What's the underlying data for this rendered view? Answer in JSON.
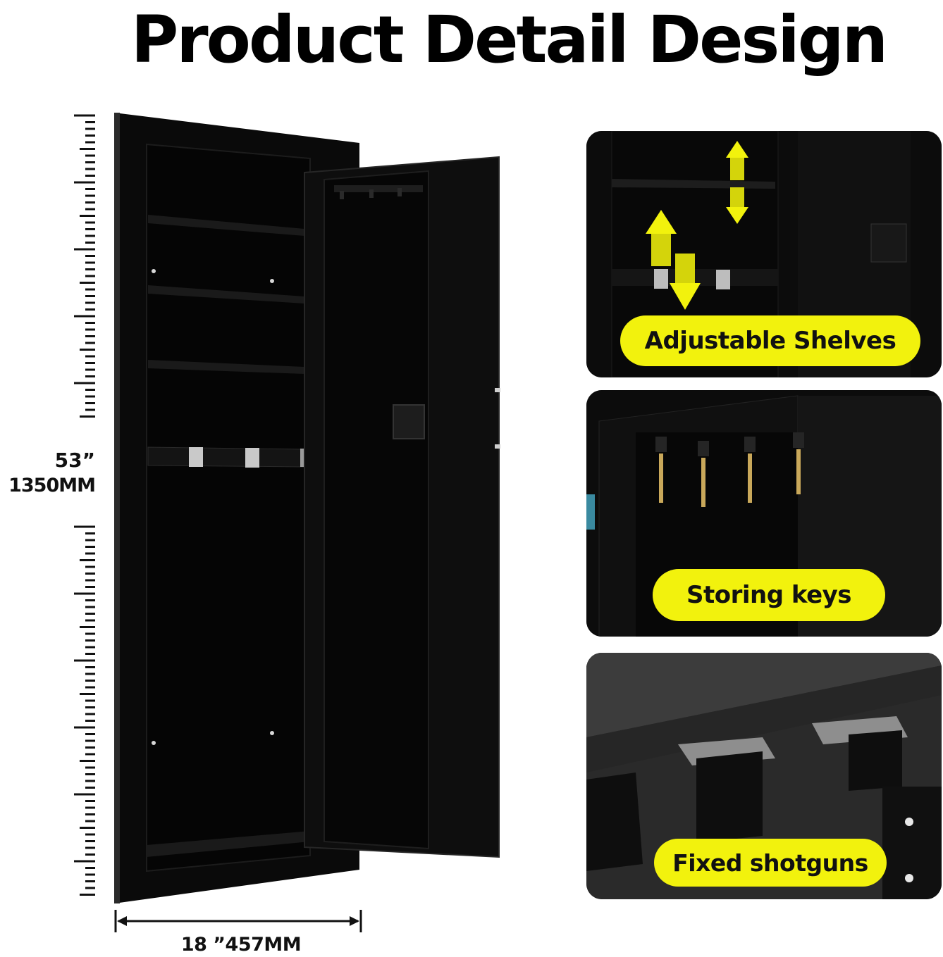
{
  "title": "Product Detail Design",
  "dimensions": {
    "height_inches": "53”",
    "height_mm": "1350MM",
    "width": "18 ”457MM"
  },
  "features": [
    {
      "label": "Adjustable Shelves",
      "icon": "up-down-arrows-icon"
    },
    {
      "label": "Storing keys",
      "icon": "key-hooks-icon"
    },
    {
      "label": "Fixed shotguns",
      "icon": "barrel-rest-icon"
    }
  ],
  "colors": {
    "accent": "#f2f20d",
    "cabinet": "#0b0b0b",
    "text": "#000000"
  }
}
